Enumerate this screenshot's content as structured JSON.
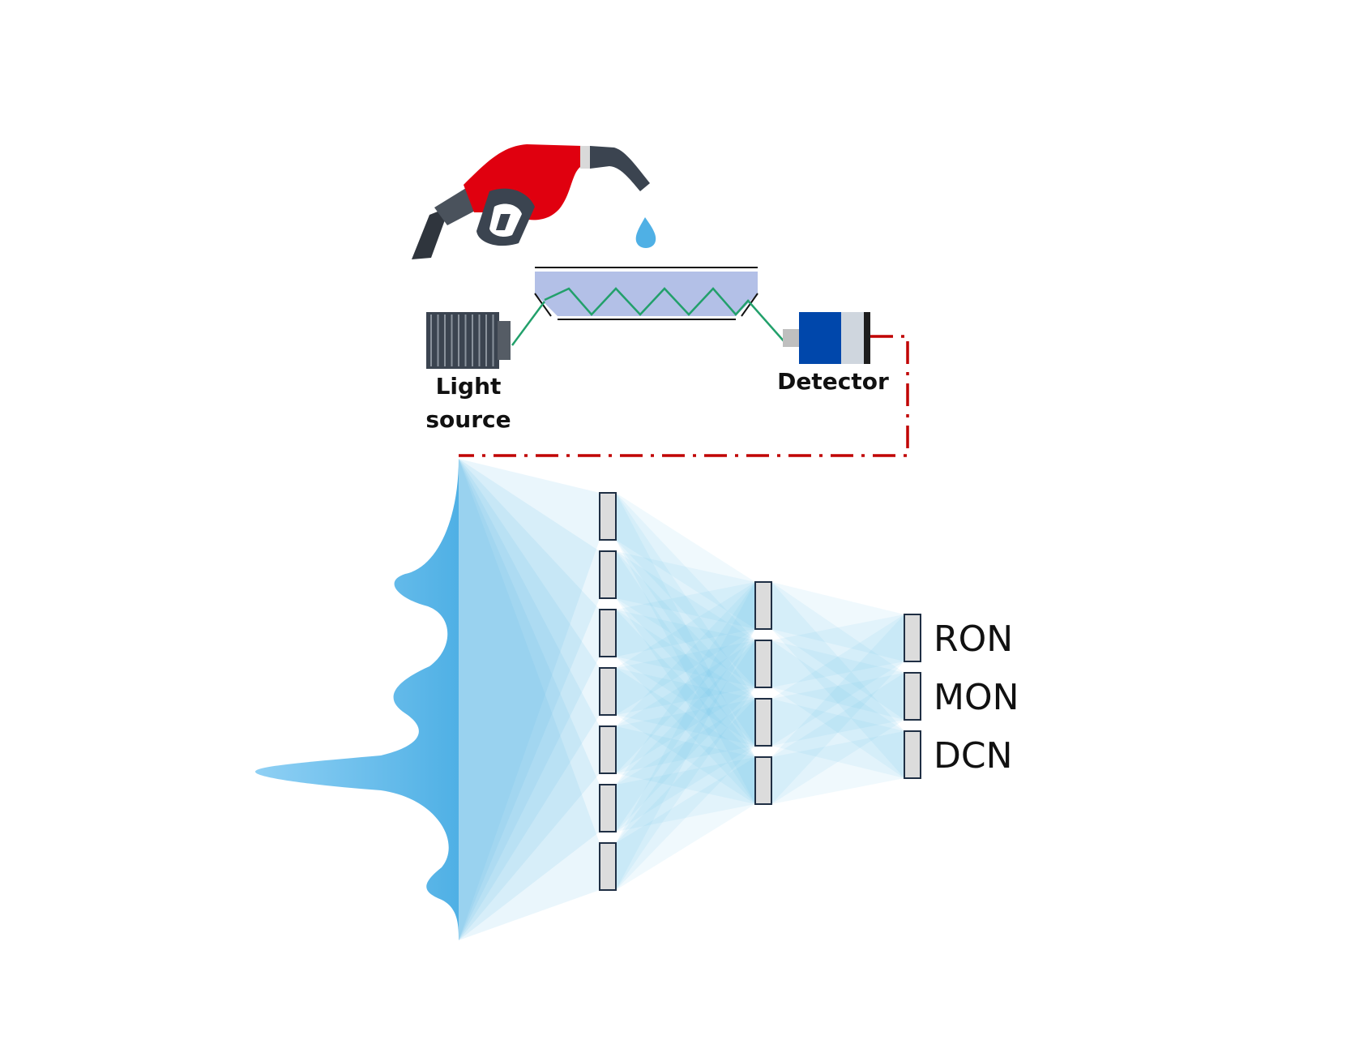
{
  "labels": {
    "light_source_line1": "Light",
    "light_source_line2": "source",
    "detector": "Detector"
  },
  "outputs": [
    "RON",
    "MON",
    "DCN"
  ],
  "network": {
    "hidden1_nodes": 7,
    "hidden2_nodes": 4,
    "output_nodes": 3
  },
  "icons": {
    "nozzle": "fuel-nozzle-icon",
    "drop": "fuel-drop-icon",
    "light_source": "light-source-icon",
    "detector": "detector-icon",
    "cell": "atr-crystal-icon"
  },
  "colors": {
    "nozzle_red": "#e0000f",
    "dark_gray": "#3b4450",
    "drop_blue": "#4fb0e5",
    "network_blue": "#5db8e8",
    "node_fill": "#dcdcdc",
    "node_stroke": "#1f2f44",
    "link_red": "#c00000",
    "detector_blue": "#0047ab",
    "crystal": "#a6b5e3",
    "beam_green": "#22a06b"
  }
}
